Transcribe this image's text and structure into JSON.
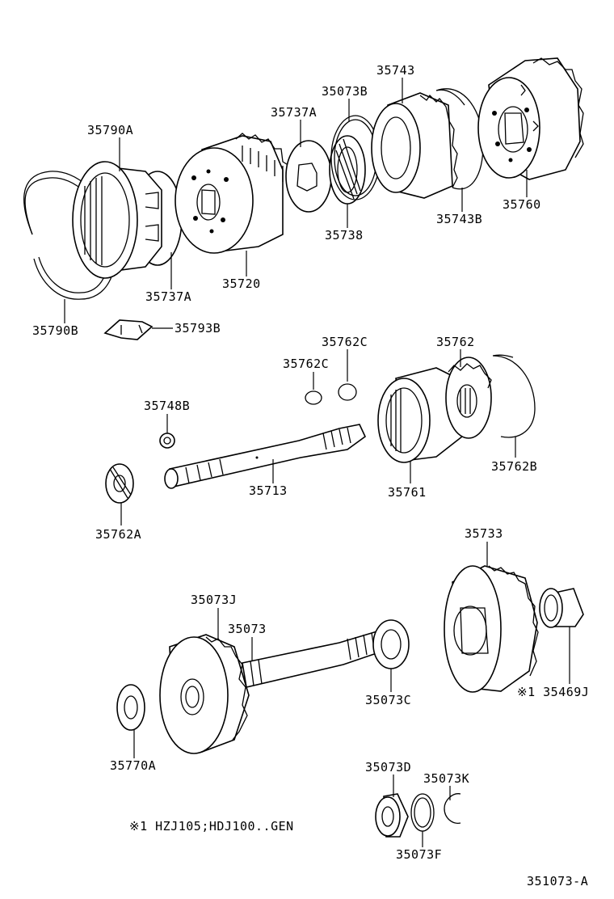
{
  "labels": {
    "p35790A": "35790A",
    "p35790B": "35790B",
    "p35737A_top": "35737A",
    "p35737A_bot": "35737A",
    "p35720": "35720",
    "p35738": "35738",
    "p35073B": "35073B",
    "p35743": "35743",
    "p35743B": "35743B",
    "p35760": "35760",
    "p35793B": "35793B",
    "p35762C_1": "35762C",
    "p35762C_2": "35762C",
    "p35762": "35762",
    "p35762B": "35762B",
    "p35748B": "35748B",
    "p35713": "35713",
    "p35761": "35761",
    "p35762A": "35762A",
    "p35733": "35733",
    "p35073J": "35073J",
    "p35073": "35073",
    "p35073C": "35073C",
    "p35469J": "※1 35469J",
    "p35770A": "35770A",
    "p35073D": "35073D",
    "p35073K": "35073K",
    "p35073F": "35073F"
  },
  "footnote": "※1 HZJ105;HDJ100..GEN",
  "diagram_id": "351073-A"
}
